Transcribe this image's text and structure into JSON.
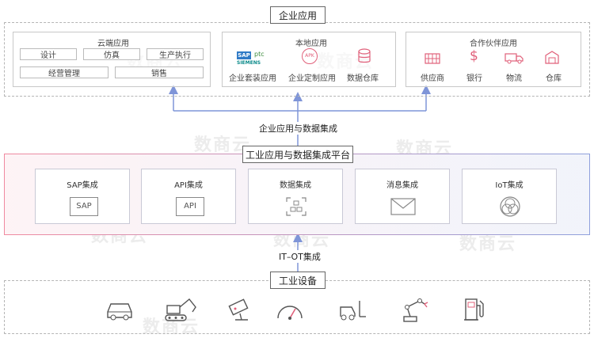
{
  "top": {
    "title": "企业应用",
    "cloud": {
      "title": "云端应用",
      "chips": [
        "设计",
        "仿真",
        "生产执行",
        "经营管理",
        "销售"
      ]
    },
    "local": {
      "title": "本地应用",
      "logos": {
        "sap": "SAP",
        "ptc": "ptc",
        "siemens": "SIEMENS",
        "apk": "APK"
      },
      "items": [
        "企业套装应用",
        "企业定制应用",
        "数据仓库"
      ]
    },
    "partner": {
      "title": "合作伙伴应用",
      "items": [
        "供应商",
        "银行",
        "物流",
        "仓库"
      ]
    }
  },
  "link_top": "企业应用与数据集成",
  "platform": {
    "title": "工业应用与数据集成平台",
    "cards": [
      {
        "title": "SAP集成",
        "icon_text": "SAP"
      },
      {
        "title": "API集成",
        "icon_text": "API"
      },
      {
        "title": "数据集成"
      },
      {
        "title": "消息集成"
      },
      {
        "title": "IoT集成"
      }
    ]
  },
  "link_bottom": "IT–OT集成",
  "equipment": {
    "title": "工业设备",
    "icons": [
      "car-icon",
      "excavator-icon",
      "camera-icon",
      "gauge-icon",
      "forklift-icon",
      "robot-arm-icon",
      "fuel-pump-icon"
    ]
  },
  "watermark": "数商云",
  "colors": {
    "pink": "#f08aa0",
    "blue": "#7f95d8",
    "iconRed": "#e0607a",
    "gray": "#8a8a8a"
  }
}
